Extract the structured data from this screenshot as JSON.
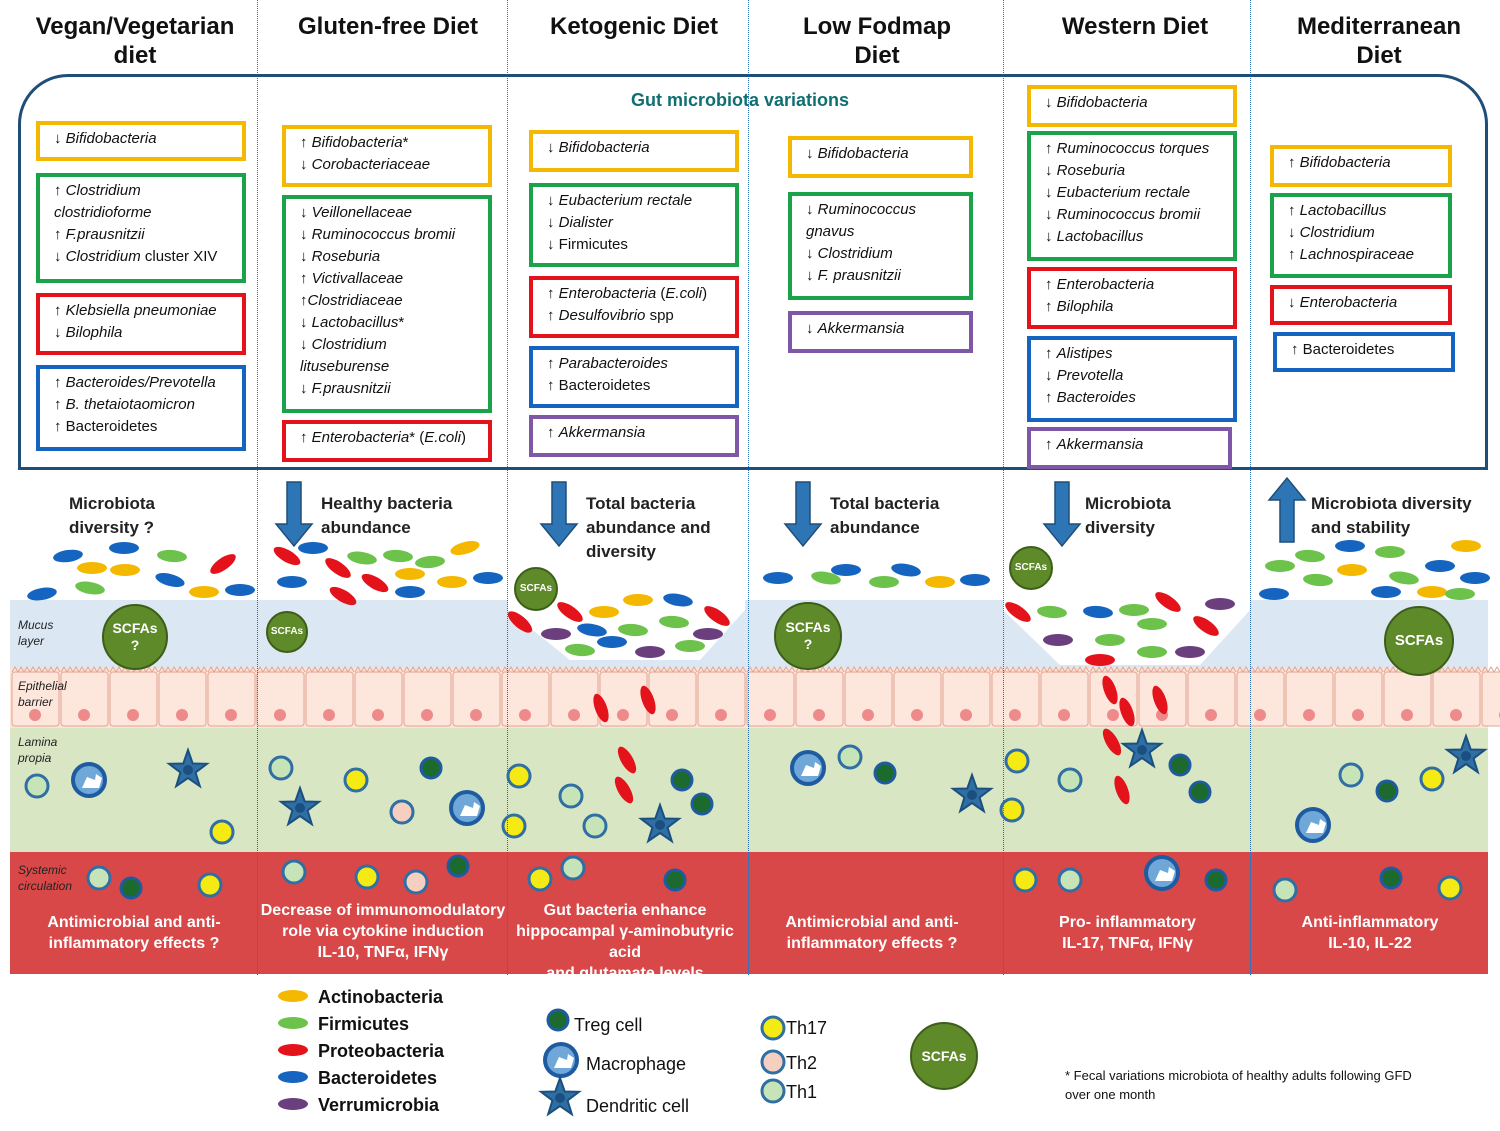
{
  "diets": [
    {
      "title": "Vegan/Vegetarian\ndiet"
    },
    {
      "title": "Gluten-free Diet"
    },
    {
      "title": "Ketogenic Diet"
    },
    {
      "title": "Low Fodmap\nDiet"
    },
    {
      "title": "Western Diet"
    },
    {
      "title": "Mediterranean\nDiet"
    }
  ],
  "panel_title": "Gut microbiota variations",
  "boxes": [
    {
      "color": "yellow",
      "lines": [
        "↓ Bifidobacteria"
      ]
    },
    {
      "color": "green",
      "lines": [
        "↑ Clostridium",
        "clostridioforme",
        "↑ F.prausnitzii",
        "↓  Clostridium cluster XIV"
      ]
    },
    {
      "color": "red",
      "lines": [
        "↑ Klebsiella pneumoniae",
        "↓ Bilophila"
      ]
    },
    {
      "color": "blue",
      "lines": [
        "↑ Bacteroides/Prevotella",
        "↑ B. thetaiotaomicron",
        "↑ Bacteroidetes"
      ]
    },
    {
      "color": "yellow",
      "lines": [
        "↑  Bifidobacteria*",
        "↓ Corobacteriaceae"
      ]
    },
    {
      "color": "green",
      "lines": [
        "↓ Veillonellaceae",
        "↓ Ruminococcus bromii",
        "↓ Roseburia",
        "↑ Victivallaceae",
        "↑Clostridiaceae",
        "↓ Lactobacillus*",
        "↓ Clostridium",
        "lituseburense",
        "↓ F.prausnitzii"
      ]
    },
    {
      "color": "red",
      "lines": [
        "↑ Enterobacteria* (E.coli)"
      ]
    },
    {
      "color": "yellow",
      "lines": [
        "↓ Bifidobacteria"
      ]
    },
    {
      "color": "green",
      "lines": [
        "↓ Eubacterium rectale",
        "↓ Dialister",
        "↓ Firmicutes"
      ]
    },
    {
      "color": "red",
      "lines": [
        "↑ Enterobacteria (E.coli)",
        "↑ Desulfovibrio spp"
      ]
    },
    {
      "color": "blue",
      "lines": [
        "↑ Parabacteroides",
        "↑ Bacteroidetes"
      ]
    },
    {
      "color": "purple",
      "lines": [
        "↑ Akkermansia"
      ]
    },
    {
      "color": "yellow",
      "lines": [
        "↓ Bifidobacteria"
      ]
    },
    {
      "color": "green",
      "lines": [
        "↓ Ruminococcus",
        "gnavus",
        "↓  Clostridium",
        "↓ F. prausnitzii"
      ]
    },
    {
      "color": "purple",
      "lines": [
        "↓ Akkermansia"
      ]
    },
    {
      "color": "yellow",
      "lines": [
        "↓ Bifidobacteria"
      ]
    },
    {
      "color": "green",
      "lines": [
        "↑  Ruminococcus torques",
        "↓  Roseburia",
        "↓   Eubacterium rectale",
        "↓    Ruminococcus bromii",
        "↓    Lactobacillus"
      ]
    },
    {
      "color": "red",
      "lines": [
        "↑ Enterobacteria",
        "↑ Bilophila"
      ]
    },
    {
      "color": "blue",
      "lines": [
        "↑ Alistipes",
        "↓ Prevotella",
        "↑ Bacteroides"
      ]
    },
    {
      "color": "purple",
      "lines": [
        "↑ Akkermansia"
      ]
    },
    {
      "color": "yellow",
      "lines": [
        "↑ Bifidobacteria"
      ]
    },
    {
      "color": "green",
      "lines": [
        "↑ Lactobacillus",
        "↓ Clostridium",
        "↑ Lachnospiraceae"
      ]
    },
    {
      "color": "red",
      "lines": [
        "↓ Enterobacteria"
      ]
    },
    {
      "color": "blue",
      "lines": [
        "↑ Bacteroidetes"
      ]
    }
  ],
  "effects": [
    {
      "text": "Microbiota\ndiversity ?",
      "arrow": "none"
    },
    {
      "text": "Healthy bacteria\nabundance",
      "arrow": "down"
    },
    {
      "text": "Total bacteria\nabundance and\ndiversity",
      "arrow": "down"
    },
    {
      "text": "Total bacteria\nabundance",
      "arrow": "down"
    },
    {
      "text": "Microbiota\ndiversity",
      "arrow": "down"
    },
    {
      "text": "Microbiota diversity\nand stability",
      "arrow": "up"
    }
  ],
  "layer_labels": {
    "mucus": "Mucus\nlayer",
    "epithelial": "Epithelial\nbarrier",
    "lamina": "Lamina\npropia",
    "systemic": "Systemic\ncirculation"
  },
  "systemic_effects": [
    "Antimicrobial and anti-\ninflammatory effects ?",
    "Decrease of immunomodulatory\nrole via cytokine induction\nIL-10, TNFα, IFNγ",
    "Gut bacteria enhance\nhippocampal γ-aminobutyric acid\nand glutamate levels",
    "Antimicrobial and anti-\ninflammatory effects ?",
    "Pro- inflammatory\nIL-17, TNFα, IFNγ",
    "Anti-inflammatory\nIL-10, IL-22"
  ],
  "scfa_labels": {
    "main": "SCFAs",
    "unknown": "?"
  },
  "legend": {
    "phyla": [
      {
        "name": "Actinobacteria",
        "color": "#f5b800"
      },
      {
        "name": "Firmicutes",
        "color": "#6cc24a"
      },
      {
        "name": "Proteobacteria",
        "color": "#e3121b"
      },
      {
        "name": "Bacteroidetes",
        "color": "#1565c0"
      },
      {
        "name": "Verrumicrobia",
        "color": "#6b3f7d"
      }
    ],
    "cells": [
      {
        "name": "Treg cell",
        "icon": "treg-cell-icon"
      },
      {
        "name": "Macrophage",
        "icon": "macrophage-icon"
      },
      {
        "name": "Dendritic cell",
        "icon": "dendritic-cell-icon"
      }
    ],
    "th": [
      {
        "name": "Th17",
        "color": "#f5ea14"
      },
      {
        "name": "Th2",
        "color": "#f7cfc0"
      },
      {
        "name": "Th1",
        "color": "#c7e3b8"
      }
    ],
    "scfa": "SCFAs"
  },
  "footnote": "* Fecal variations microbiota of healthy adults following GFD\nover one month",
  "colors": {
    "mucus": "#dbe8f3",
    "epithelial": "#fbe3d8",
    "lamina": "#d8e6c4",
    "systemic": "#d94848",
    "frame": "#1f4e79"
  }
}
